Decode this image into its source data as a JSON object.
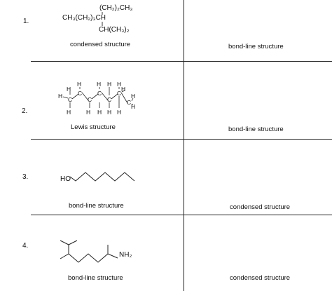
{
  "rows": [
    {
      "number": "1.",
      "left_label": "condensed structure",
      "right_label": "bond-line structure",
      "formula": {
        "top": "(CH₂)₂CH₃",
        "mid": "CH₃(CH₂)₃CH",
        "bottom": "CH(CH₃)₂"
      }
    },
    {
      "number": "2.",
      "left_label": "Lewis structure",
      "right_label": "bond-line structure"
    },
    {
      "number": "3.",
      "left_label": "bond-line structure",
      "right_label": "condensed structure",
      "atom_label": "HO"
    },
    {
      "number": "4.",
      "left_label": "bond-line structure",
      "right_label": "condensed structure",
      "atom_label": "NH₂"
    }
  ],
  "lewis": {
    "atom_c": "C",
    "atom_h": "H"
  }
}
